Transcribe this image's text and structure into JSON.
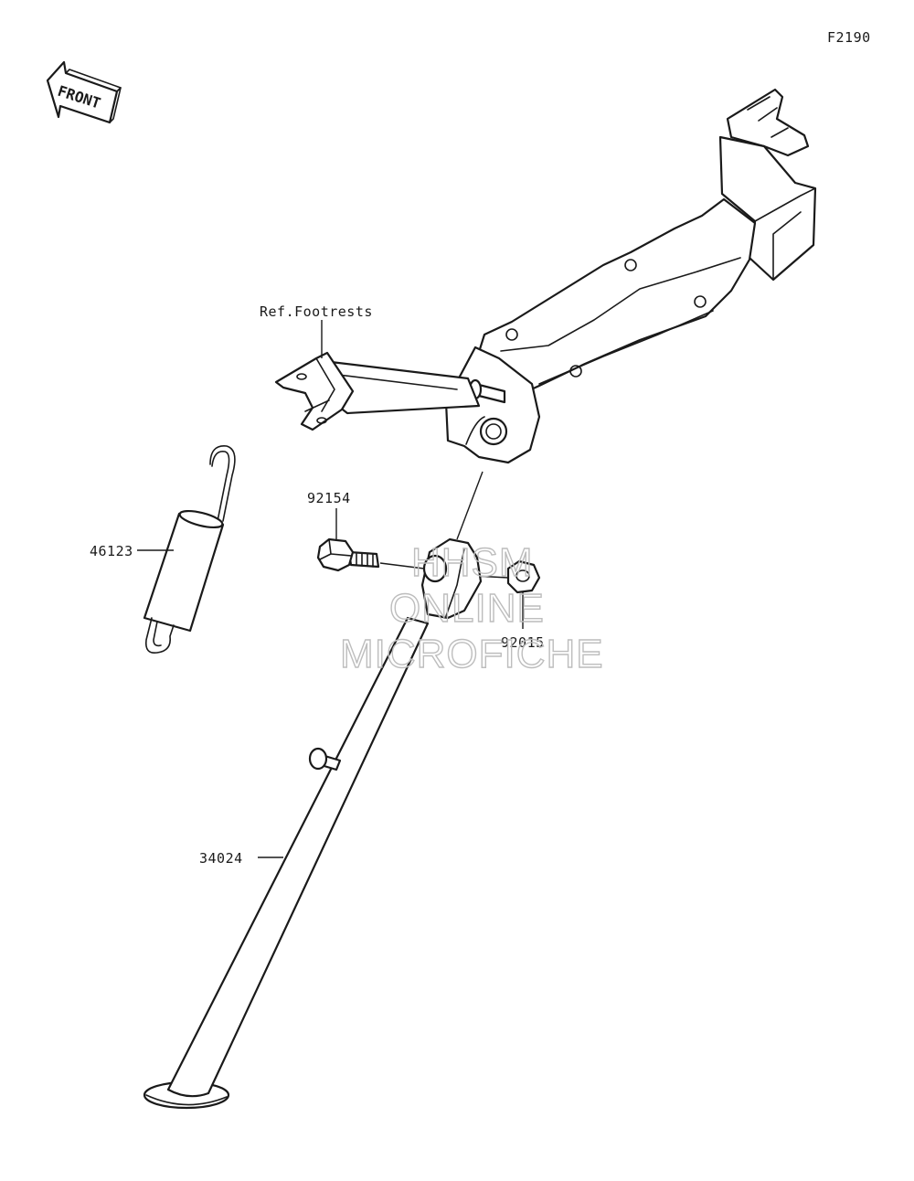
{
  "diagram": {
    "figure_code": "F2190",
    "front_label": "FRONT",
    "reference_label": "Ref.Footrests",
    "watermark_lines": [
      "HHSM",
      "ONLINE",
      "MICROFICHE"
    ],
    "parts": [
      {
        "number": "46123"
      },
      {
        "number": "92154"
      },
      {
        "number": "92015"
      },
      {
        "number": "34024"
      }
    ]
  }
}
